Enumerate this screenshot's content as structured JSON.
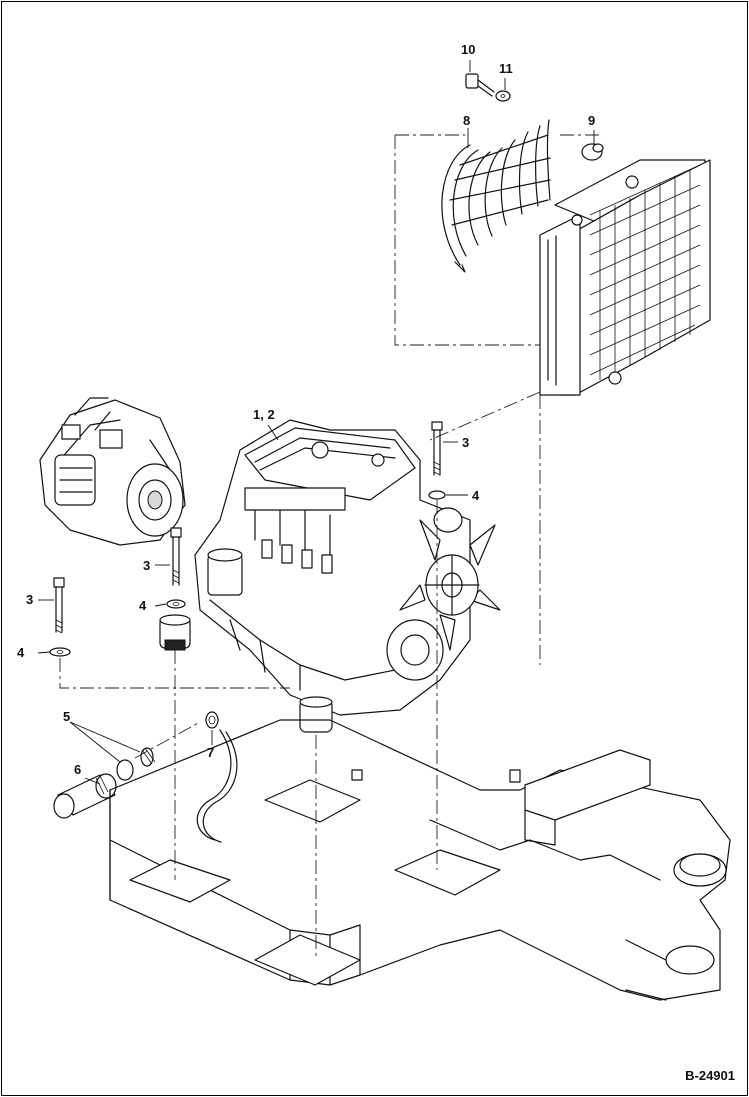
{
  "callouts": {
    "c10": "10",
    "c11": "11",
    "c8": "8",
    "c9": "9",
    "c12": "1, 2",
    "c3_right": "3",
    "c4_right": "4",
    "c3_mid": "3",
    "c3_left": "3",
    "c4_mid": "4",
    "c4_left": "4",
    "c5": "5",
    "c6": "6",
    "c7": "7"
  },
  "document_number": "B-24901",
  "colors": {
    "ink": "#111111",
    "background": "#ffffff"
  }
}
